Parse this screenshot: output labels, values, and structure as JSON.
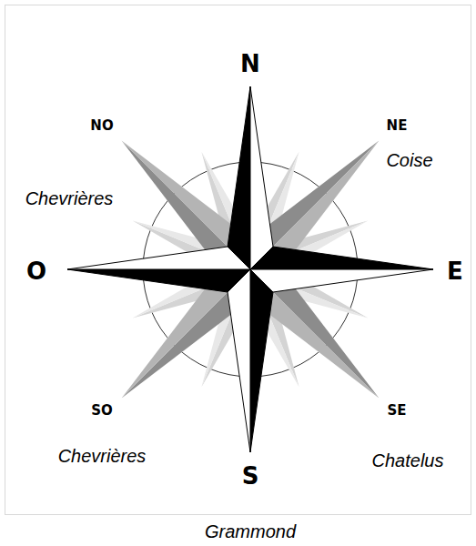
{
  "diagram": {
    "labels": [
      "N",
      "NO",
      "NE",
      "Coise",
      "Chevrières",
      "O",
      "E",
      "SO",
      "SE",
      "Chevrières",
      "S",
      "Chatelus",
      "Grammond"
    ]
  }
}
